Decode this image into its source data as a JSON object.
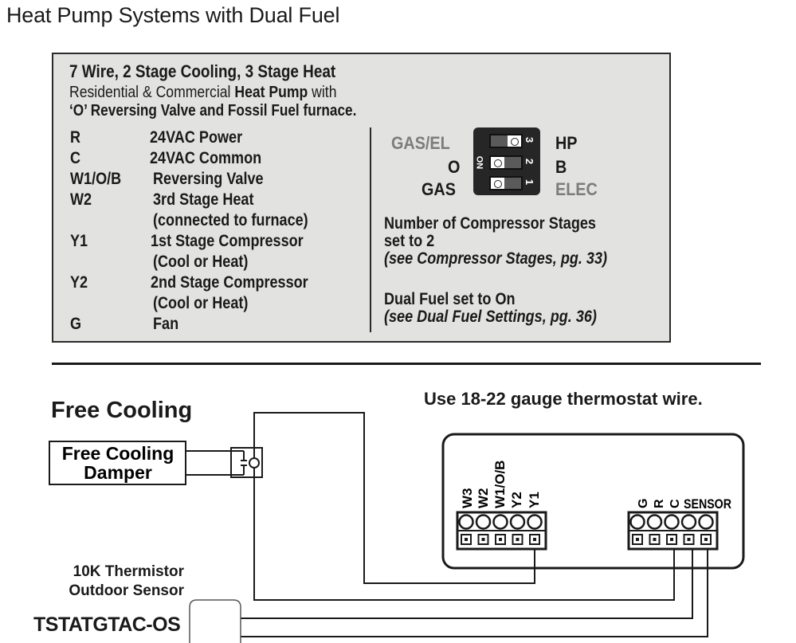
{
  "page": {
    "title": "Heat Pump Systems with Dual Fuel"
  },
  "config_panel": {
    "title": "7 Wire, 2 Stage Cooling, 3 Stage Heat",
    "subtitle_prefix": "Residential & Commercial ",
    "subtitle_bold": "Heat Pump",
    "subtitle_suffix": " with",
    "subtitle_line2": "‘O’ Reversing Valve and Fossil Fuel furnace.",
    "terminals": [
      {
        "code": "R",
        "desc": "24VAC Power"
      },
      {
        "code": "C",
        "desc": "24VAC Common"
      },
      {
        "code": "W1/O/B",
        "desc": "Reversing Valve"
      },
      {
        "code": "W2",
        "desc": "3rd Stage Heat"
      },
      {
        "code": "",
        "desc": "(connected to furnace)"
      },
      {
        "code": "Y1",
        "desc": "1st Stage Compressor"
      },
      {
        "code": "",
        "desc": "(Cool or Heat)"
      },
      {
        "code": "Y2",
        "desc": "2nd Stage Compressor"
      },
      {
        "code": "",
        "desc": "(Cool or Heat)"
      },
      {
        "code": "G",
        "desc": "Fan"
      }
    ],
    "dip_switches": {
      "on_label": "ON",
      "switches": [
        {
          "number": "3",
          "left_label": "GAS/EL",
          "right_label": "HP",
          "position": "right",
          "active_side": "right"
        },
        {
          "number": "2",
          "left_label": "O",
          "right_label": "B",
          "position": "left",
          "active_side": "left"
        },
        {
          "number": "1",
          "left_label": "GAS",
          "right_label": "ELEC",
          "position": "left",
          "active_side": "left"
        }
      ]
    },
    "notes": [
      {
        "line1": "Number of Compressor Stages",
        "line2": "set to 2",
        "ref": "(see Compressor Stages, pg. 33)"
      },
      {
        "line1": "Dual Fuel set to On",
        "line2": "",
        "ref": "(see Dual Fuel Settings, pg. 36)"
      }
    ]
  },
  "wiring_diagram": {
    "section_title": "Free Cooling",
    "wire_note": "Use 18-22 gauge thermostat wire.",
    "damper_label_line1": "Free Cooling",
    "damper_label_line2": "Damper",
    "sensor_label_line1": "10K Thermistor",
    "sensor_label_line2": "Outdoor Sensor",
    "sensor_model": "TSTATGTAC-OS",
    "terminal_block_left": [
      "W3",
      "W2",
      "W1/O/B",
      "Y2",
      "Y1"
    ],
    "terminal_block_right": [
      "G",
      "R",
      "C",
      "SENSOR"
    ],
    "colors": {
      "panel_bg": "#e2e2e0",
      "ink": "#1a1a1a",
      "inactive_label": "#7c7c7c",
      "dip_body": "#262626",
      "dip_slot": "#5a5a5a"
    }
  }
}
